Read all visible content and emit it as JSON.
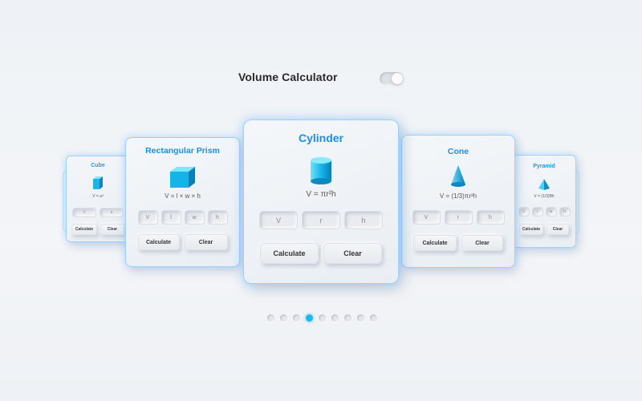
{
  "header": {
    "title": "Volume Calculator",
    "toggle_on": true
  },
  "cards": {
    "cube": {
      "title": "Cube",
      "formula": "V = a³",
      "inputs": [
        "V",
        "a"
      ],
      "calculate": "Calculate",
      "clear": "Clear",
      "icon": "cube-icon"
    },
    "prism": {
      "title": "Rectangular Prism",
      "formula": "V = l × w × h",
      "inputs": [
        "V",
        "l",
        "w",
        "h"
      ],
      "calculate": "Calculate",
      "clear": "Clear",
      "icon": "box-icon"
    },
    "cylinder": {
      "title": "Cylinder",
      "formula": "V = πr²h",
      "inputs": [
        "V",
        "r",
        "h"
      ],
      "calculate": "Calculate",
      "clear": "Clear",
      "icon": "cylinder-icon"
    },
    "cone": {
      "title": "Cone",
      "formula": "V = (1/3)πr²h",
      "inputs": [
        "V",
        "r",
        "h"
      ],
      "calculate": "Calculate",
      "clear": "Clear",
      "icon": "cone-icon"
    },
    "pyramid": {
      "title": "Pyramid",
      "formula": "V = (1/3)Bh",
      "inputs": [
        "V",
        "l",
        "w",
        "h"
      ],
      "calculate": "Calculate",
      "clear": "Clear",
      "icon": "pyramid-icon"
    }
  },
  "pagination": {
    "total": 9,
    "active_index": 3
  },
  "colors": {
    "accent": "#1a8fe8",
    "active_dot": "#1fb6f5",
    "card_border": "#9ccfff"
  }
}
